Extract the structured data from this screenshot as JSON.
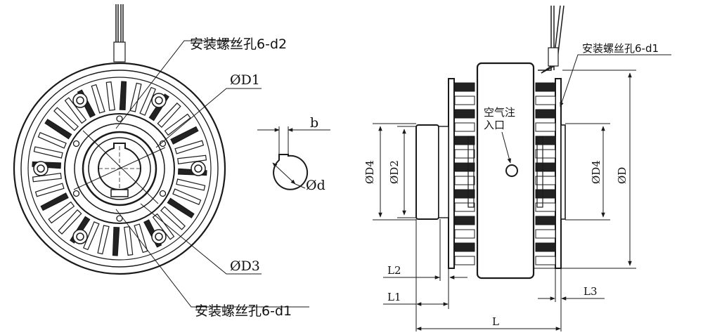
{
  "labels": {
    "left_hole_top": "安装螺丝孔6-d2",
    "left_hole_bottom": "安装螺丝孔6-d1",
    "right_hole": "安装螺丝孔6-d1",
    "phi_D1": "ØD1",
    "phi_D3": "ØD3",
    "b": "b",
    "phi_d": "Ød",
    "phi_D4_left": "ØD4",
    "phi_D2": "ØD2",
    "phi_D4_right": "ØD4",
    "phi_D": "ØD",
    "air_inlet_line1": "空气注",
    "air_inlet_line2": "入口",
    "L": "L",
    "L1": "L1",
    "L2": "L2",
    "L3": "L3"
  },
  "colors": {
    "line": "#1a1a1a",
    "fill_dark": "#222222",
    "fill_light": "#ffffff"
  }
}
